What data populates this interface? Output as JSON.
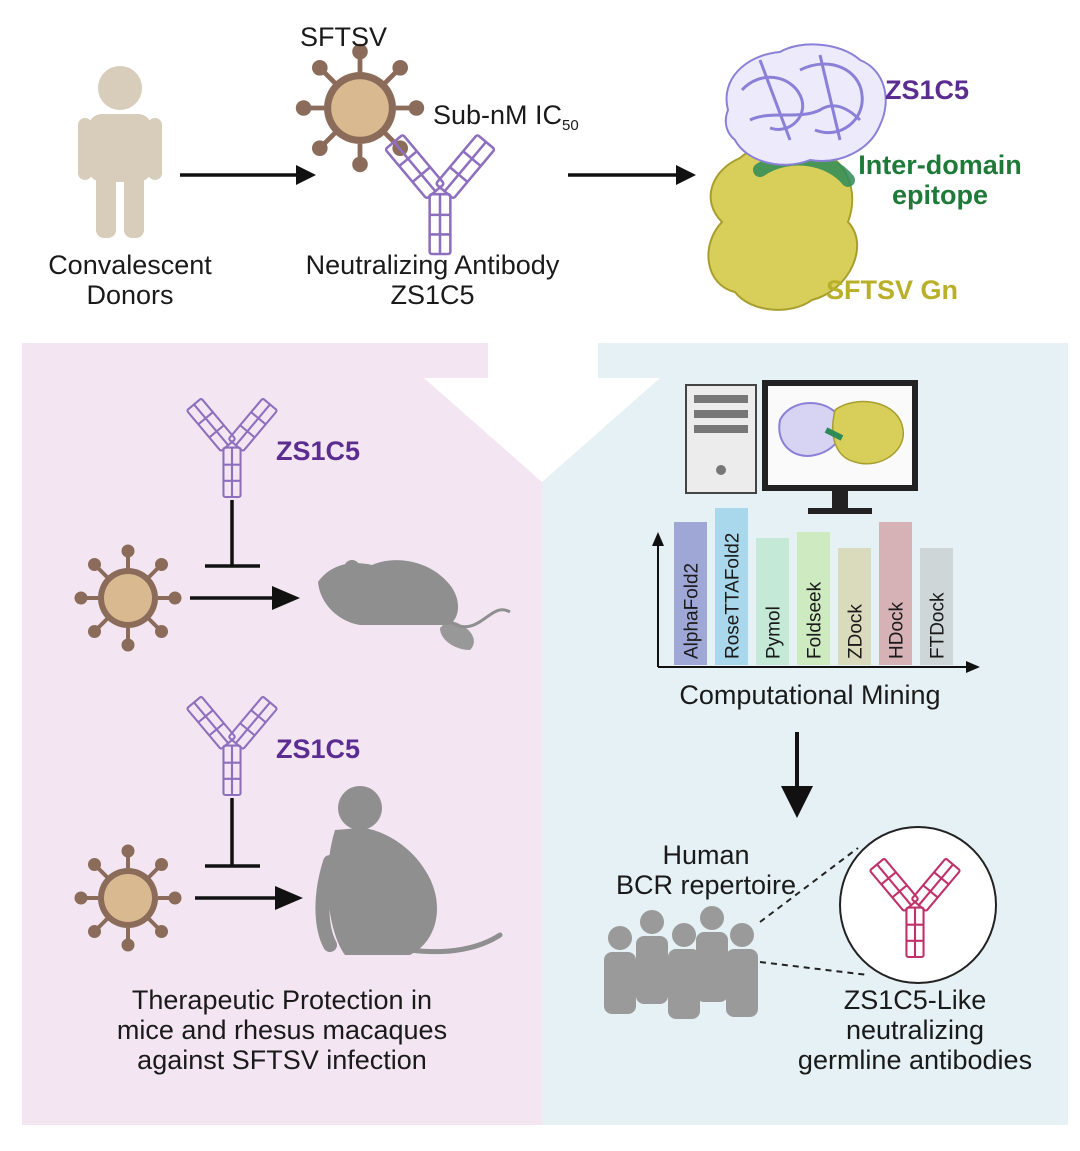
{
  "top": {
    "donors_label_line1": "Convalescent",
    "donors_label_line2": "Donors",
    "virus_label": "SFTSV",
    "ic50_prefix": "Sub-nM IC",
    "ic50_subscript": "50",
    "antibody_label_line1": "Neutralizing Antibody",
    "antibody_label_line2": "ZS1C5",
    "struct_antibody_label": "ZS1C5",
    "epitope_label_line1": "Inter-domain",
    "epitope_label_line2": "epitope",
    "gn_label": "SFTSV Gn"
  },
  "left_panel": {
    "antibody_label_mouse": "ZS1C5",
    "antibody_label_macaque": "ZS1C5",
    "caption_line1": "Therapeutic Protection in",
    "caption_line2": "mice and rhesus macaques",
    "caption_line3": "against SFTSV infection"
  },
  "right_panel": {
    "tools": [
      "AlphaFold2",
      "RoseTTAFold2",
      "Pymol",
      "Foldseek",
      "ZDock",
      "HDock",
      "FTDock"
    ],
    "mining_label": "Computational Mining",
    "repertoire_line1": "Human",
    "repertoire_line2": "BCR repertoire",
    "result_line1": "ZS1C5-Like",
    "result_line2": "neutralizing",
    "result_line3": "germline antibodies"
  },
  "colors": {
    "left_bg": "#f3e6f2",
    "right_bg": "#e5f1f4",
    "virus": "#8b6b5a",
    "virus_core": "#d9b98f",
    "antibody": "#8e6fbd",
    "antibody_pink": "#c0306a",
    "structure_purple": "#8a80d8",
    "structure_yellow": "#d8cf5a",
    "epitope_green": "#2e8b57",
    "silhouette": "#8f8f8f",
    "donor": "#d8ccbb"
  },
  "tool_bar_colors": [
    "#9ea7d6",
    "#a9d8ec",
    "#c4ead7",
    "#cdeac0",
    "#dadbbd",
    "#d6b1b6",
    "#cfd6d8"
  ]
}
